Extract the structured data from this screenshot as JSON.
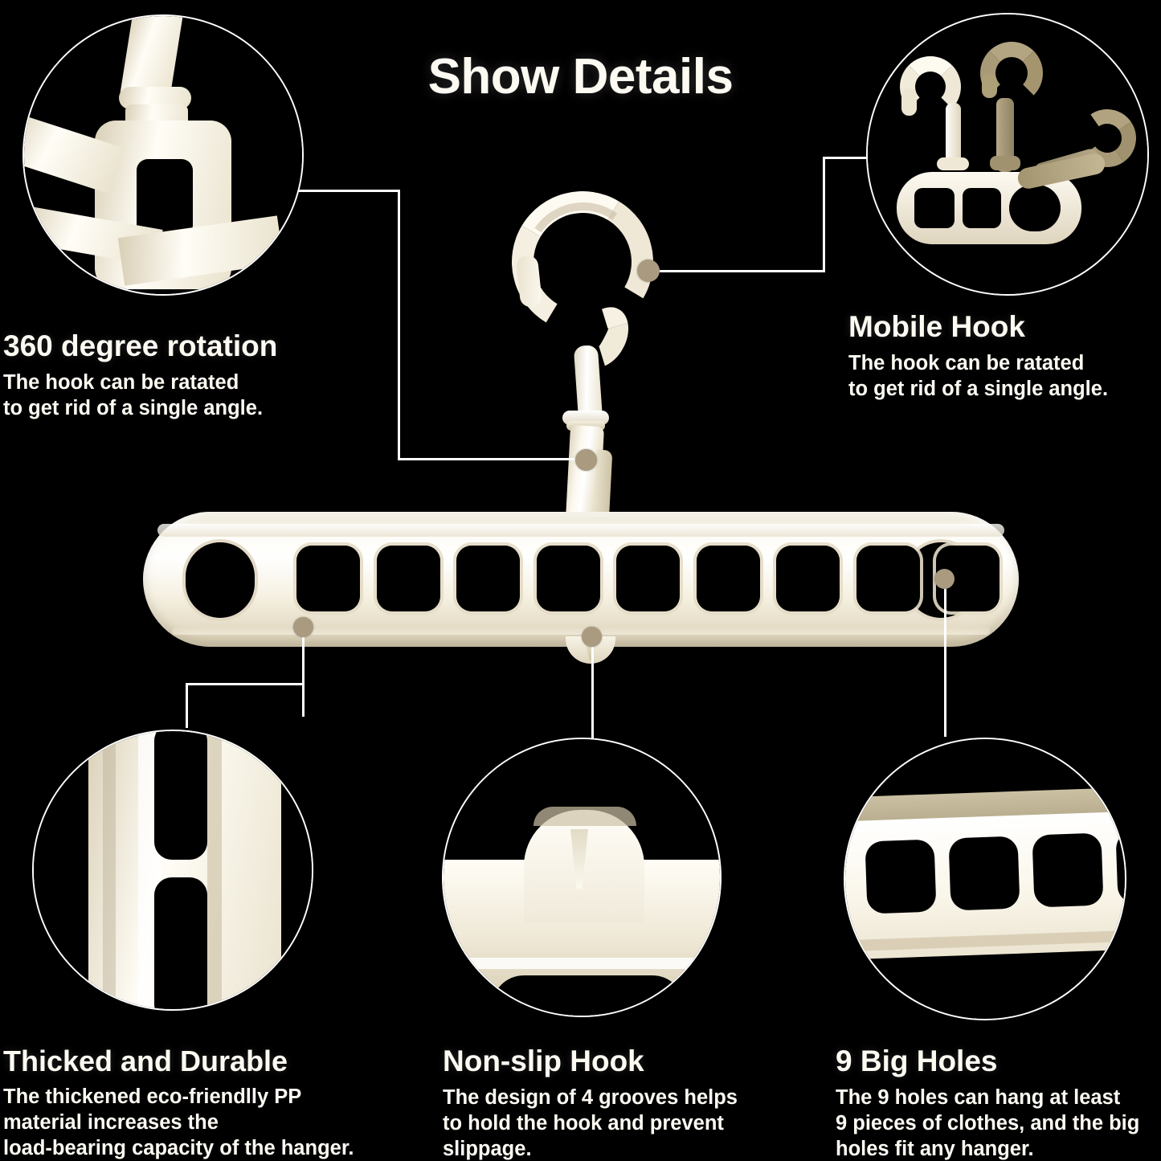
{
  "page": {
    "background_color": "#000000",
    "text_color": "#fdfaf2",
    "plastic_color": "#f2ecdc",
    "accent_dot_color": "#a99a80",
    "leader_line_color": "#ffffff"
  },
  "title": "Show Details",
  "features": [
    {
      "id": "rotation",
      "heading": "360 degree rotation",
      "body_lines": [
        "The hook can be ratated",
        "to get rid of a single angle."
      ],
      "detail_image": "rotation-joint-closeup"
    },
    {
      "id": "mobile_hook",
      "heading": "Mobile Hook",
      "body_lines": [
        "The hook can be ratated",
        "to get rid of a single angle."
      ],
      "detail_image": "three-hook-positions-closeup"
    },
    {
      "id": "thick_durable",
      "heading": "Thicked and Durable",
      "body_lines": [
        "The thickened eco-friendlly PP",
        "material increases the",
        "load-bearing capacity of the hanger."
      ],
      "detail_image": "thick-cross-section-closeup"
    },
    {
      "id": "non_slip",
      "heading": "Non-slip Hook",
      "body_lines": [
        "The design of 4 grooves helps",
        "to hold the hook and prevent",
        "slippage."
      ],
      "detail_image": "center-notch-closeup"
    },
    {
      "id": "nine_holes",
      "heading": "9 Big Holes",
      "body_lines": [
        "The 9 holes can hang at least",
        "9 pieces of clothes, and the big",
        "holes fit any hanger."
      ],
      "detail_image": "three-big-holes-closeup"
    }
  ],
  "product": {
    "name": "multi-port-clothes-hanger",
    "hole_count": 9,
    "end_slot_count": 2,
    "material": "PP"
  }
}
